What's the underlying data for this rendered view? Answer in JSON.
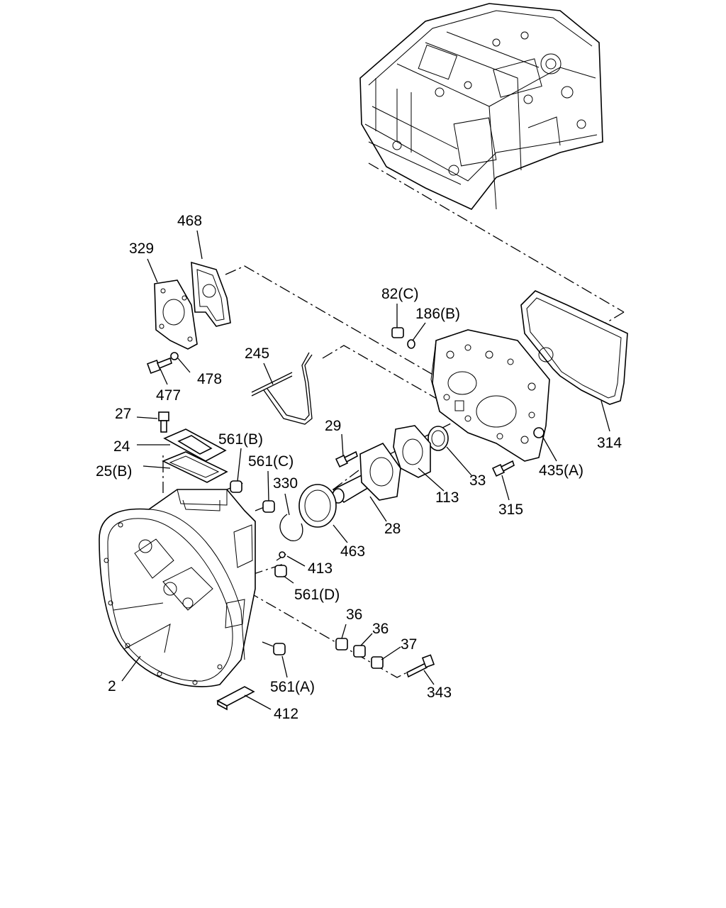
{
  "labels": {
    "p468": "468",
    "p329": "329",
    "p82c": "82(C)",
    "p186b": "186(B)",
    "p245": "245",
    "p478": "478",
    "p477": "477",
    "p27": "27",
    "p24": "24",
    "p25b": "25(B)",
    "p561b": "561(B)",
    "p561c": "561(C)",
    "p330": "330",
    "p29": "29",
    "p113": "113",
    "p33": "33",
    "p314": "314",
    "p435a": "435(A)",
    "p315": "315",
    "p28": "28",
    "p463": "463",
    "p413": "413",
    "p561d": "561(D)",
    "p36a": "36",
    "p36b": "36",
    "p37": "37",
    "p2": "2",
    "p561a": "561(A)",
    "p343": "343",
    "p412": "412"
  }
}
